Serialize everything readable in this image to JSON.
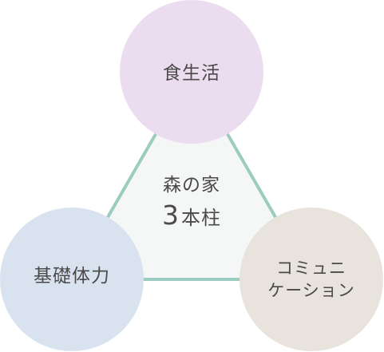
{
  "colors": {
    "top_circle": "#ecdcef",
    "left_circle": "#d9e3f0",
    "right_circle": "#e8e3dd",
    "triangle_fill": "#f4f7f6",
    "triangle_stroke": "#9ccbc0",
    "text": "#4a4a4a"
  },
  "center": {
    "line1": "森の家",
    "number": "3",
    "suffix": "本柱"
  },
  "pillars": {
    "top": {
      "label": "食生活"
    },
    "left": {
      "label": "基礎体力"
    },
    "right": {
      "line1": "コミュニ",
      "line2": "ケーション"
    }
  }
}
